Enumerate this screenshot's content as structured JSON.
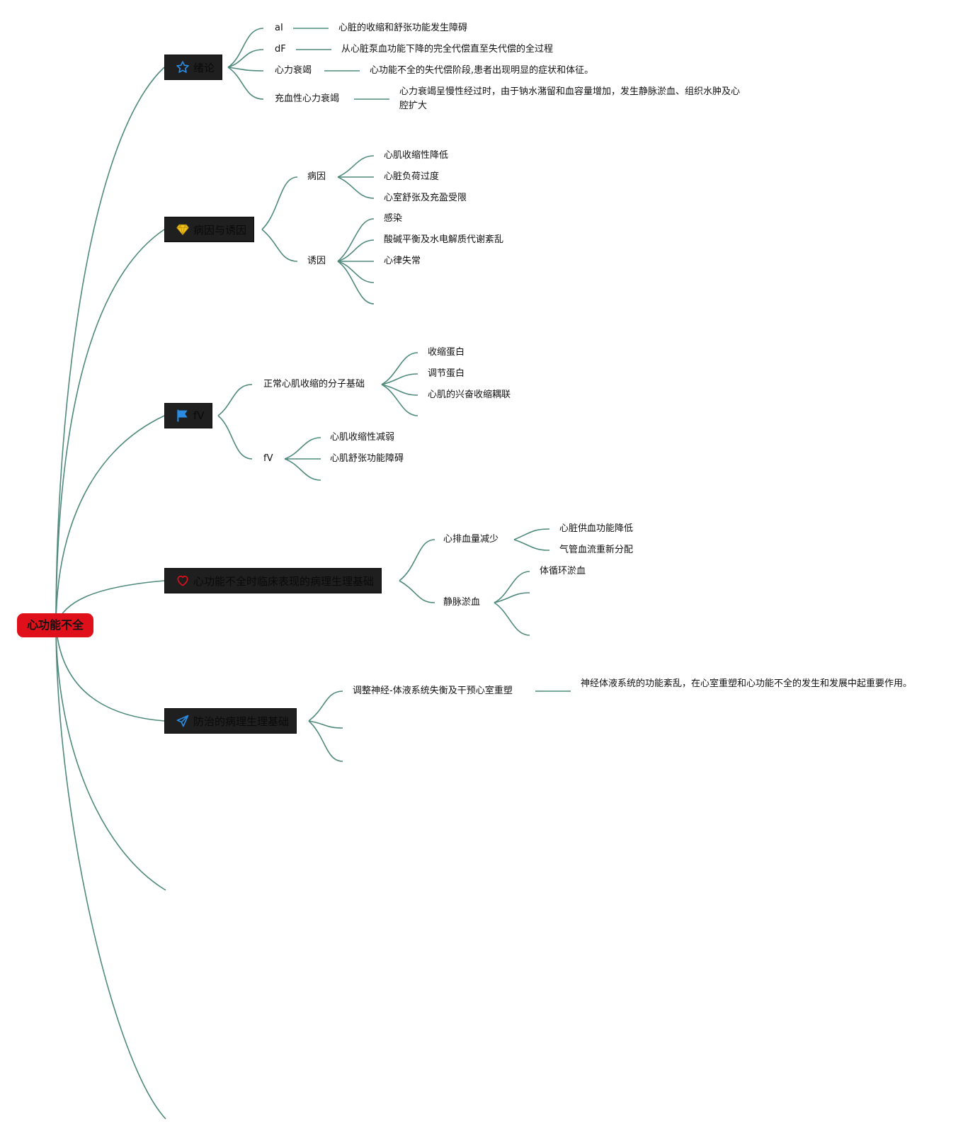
{
  "root": {
    "label": "心功能不全",
    "color": "#e0101b"
  },
  "branches": [
    {
      "label": "绪论",
      "icon": "star-icon",
      "children": [
        {
          "label": "aI",
          "detail": "心脏的收缩和舒张功能发生障碍"
        },
        {
          "label": "dF",
          "detail": "从心脏泵血功能下降的完全代偿直至失代偿的全过程"
        },
        {
          "label": "心力衰竭",
          "detail": "心功能不全的失代偿阶段,患者出现明显的症状和体征。"
        },
        {
          "label": "充血性心力衰竭",
          "detail": "心力衰竭呈慢性经过时，由于钠水潴留和血容量增加，发生静脉淤血、组织水肿及心腔扩大"
        }
      ]
    },
    {
      "label": "病因与诱因",
      "icon": "diamond-icon",
      "children": [
        {
          "label": "病因",
          "children": [
            "心肌收缩性降低",
            "心脏负荷过度",
            "心室舒张及充盈受限"
          ]
        },
        {
          "label": "诱因",
          "children": [
            "感染",
            "酸碱平衡及水电解质代谢紊乱",
            "心律失常",
            "",
            ""
          ]
        }
      ]
    },
    {
      "label": "fV",
      "icon": "flag-icon",
      "children": [
        {
          "label": "正常心肌收缩的分子基础",
          "children": [
            "收缩蛋白",
            "调节蛋白",
            "心肌的兴奋收缩耦联",
            ""
          ]
        },
        {
          "label": "fV",
          "children": [
            "心肌收缩性减弱",
            "心肌舒张功能障碍",
            ""
          ]
        }
      ]
    },
    {
      "label": "心功能不全时临床表现的病理生理基础",
      "icon": "heart-icon",
      "children": [
        {
          "label": "心排血量减少",
          "children": [
            "心脏供血功能降低",
            "气管血流重新分配"
          ]
        },
        {
          "label": "静脉淤血",
          "children": [
            "体循环淤血",
            "",
            ""
          ]
        }
      ]
    },
    {
      "label": "防治的病理生理基础",
      "icon": "paper-plane-icon",
      "children": [
        {
          "label": "调整神经-体液系统失衡及干预心室重塑",
          "detail": "神经体液系统的功能紊乱，在心室重塑和心功能不全的发生和发展中起重要作用。"
        },
        {
          "label": ""
        },
        {
          "label": ""
        }
      ]
    }
  ],
  "colors": {
    "edge": "#4f8a7c",
    "node_fill": "#1f1f1f",
    "root": "#e0101b",
    "star": "#2a8be0",
    "diamond": "#f2c21b",
    "flag": "#2a8be0",
    "heart": "#e0101b",
    "plane": "#2a8be0"
  }
}
